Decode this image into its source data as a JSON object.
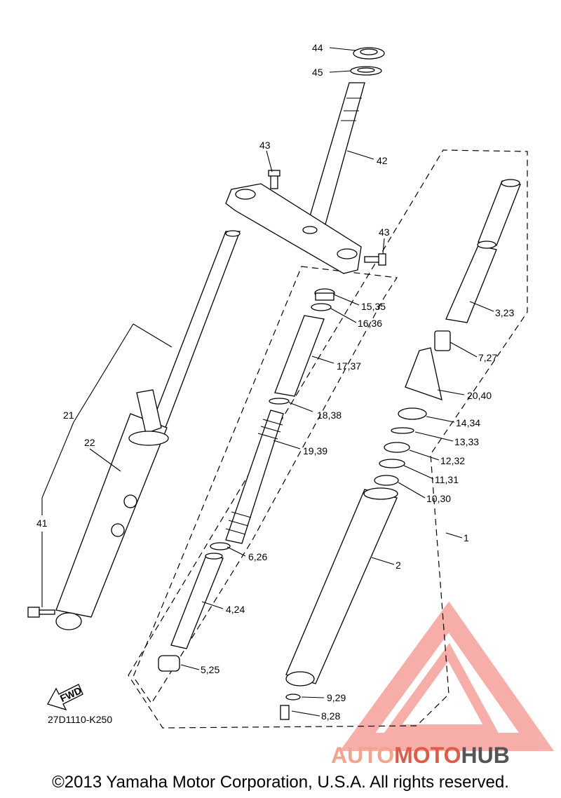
{
  "diagram_code": "27D1110-K250",
  "fwd_label": "FWD",
  "copyright": "©2013 Yamaha Motor Corporation, U.S.A. All rights reserved.",
  "watermark": {
    "part1": "AUTO",
    "part2": "MOTO",
    "part3": "HUB",
    "color1": "#f4a48c",
    "color2": "#e05a44",
    "color3": "#555555",
    "logo_color": "#f6a19a"
  },
  "labels": {
    "l44": "44",
    "l45": "45",
    "l42": "42",
    "l43a": "43",
    "l43b": "43",
    "l15": "15,35",
    "l16": "16,36",
    "l17": "17,37",
    "l18": "18,38",
    "l19": "19,39",
    "l6": "6,26",
    "l4": "4,24",
    "l5": "5,25",
    "l3": "3,23",
    "l7": "7,27",
    "l20": "20,40",
    "l14": "14,34",
    "l13": "13,33",
    "l12": "12,32",
    "l11": "11,31",
    "l10": "10,30",
    "l1": "1",
    "l2": "2",
    "l9": "9,29",
    "l8": "8,28",
    "l21": "21",
    "l22": "22",
    "l41": "41"
  }
}
